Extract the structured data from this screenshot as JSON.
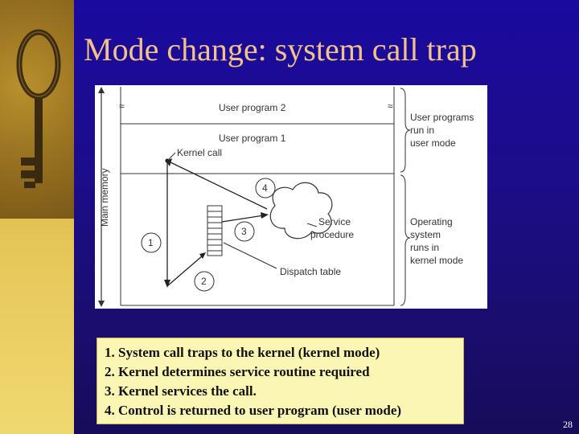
{
  "slide": {
    "title": "Mode change: system call trap",
    "page_number": "28"
  },
  "diagram": {
    "axis_label": "Main memory",
    "user_program_2": "User program 2",
    "user_program_1": "User program 1",
    "kernel_call": "Kernel call",
    "service_procedure_line1": "Service",
    "service_procedure_line2": "procedure",
    "dispatch_table": "Dispatch table",
    "user_region_label": [
      "User programs",
      "run in",
      "user mode"
    ],
    "kernel_region_label": [
      "Operating",
      "system",
      "runs in",
      "kernel mode"
    ],
    "step_markers": [
      "1",
      "2",
      "3",
      "4"
    ]
  },
  "steps": [
    "1. System call traps to the kernel (kernel mode)",
    "2. Kernel determines service routine required",
    "3. Kernel services the call.",
    "4. Control is returned to user program (user mode)"
  ]
}
